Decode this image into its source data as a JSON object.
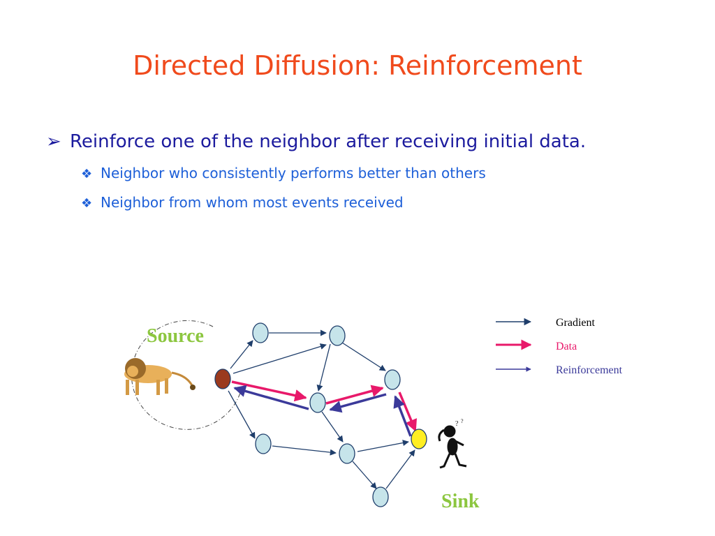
{
  "slide": {
    "title": "Directed Diffusion: Reinforcement",
    "bullet_main": {
      "marker": "➢",
      "text": "Reinforce one of the neighbor after receiving initial data."
    },
    "sub_bullets": [
      {
        "marker": "❖",
        "text": "Neighbor who consistently performs better than others"
      },
      {
        "marker": "❖",
        "text": "Neighbor from whom most events received"
      }
    ]
  },
  "diagram": {
    "source_label": "Source",
    "sink_label": "Sink",
    "legend": [
      {
        "label": "Gradient",
        "color": "#1f3e6b"
      },
      {
        "label": "Data",
        "color": "#e8196a"
      },
      {
        "label": "Reinforcement",
        "color": "#3b3a9a"
      }
    ],
    "colors": {
      "source_node": "#9b3a1e",
      "sink_node": "#ffee22",
      "node": "#c6e4ea",
      "gradient": "#1f3e6b",
      "data": "#e8196a",
      "reinforcement": "#3b3a9a",
      "source_text": "#8cc63f",
      "sink_text": "#8cc63f"
    },
    "icons": [
      "lion-icon",
      "thinking-person-icon"
    ]
  }
}
